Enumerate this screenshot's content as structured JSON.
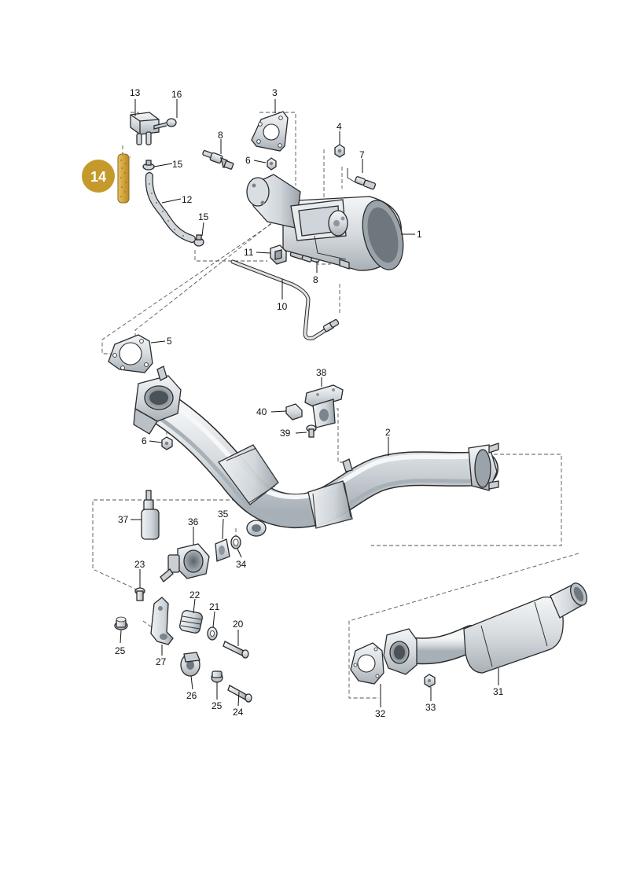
{
  "highlight": {
    "label": "14",
    "color": "#c49a2a"
  },
  "parts": [
    "1",
    "2",
    "3",
    "4",
    "5",
    "6",
    "6",
    "7",
    "8",
    "8",
    "10",
    "11",
    "12",
    "13",
    "15",
    "15",
    "16",
    "20",
    "21",
    "22",
    "23",
    "24",
    "25",
    "25",
    "26",
    "27",
    "31",
    "32",
    "33",
    "34",
    "35",
    "36",
    "37",
    "38",
    "39",
    "40"
  ],
  "colors": {
    "metal": "#dfe3e6",
    "metal_shade": "#b9c0c6",
    "metal_dark": "#8f979e",
    "highlight": "#c49a2a"
  }
}
